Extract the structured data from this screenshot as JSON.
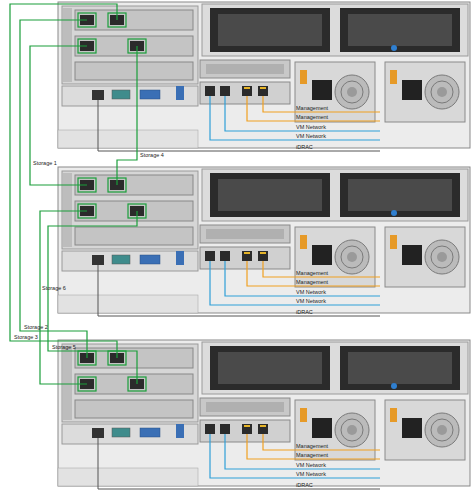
{
  "diagram": {
    "labels": [
      "Management",
      "Management",
      "VM Network",
      "VM Network",
      "iDRAC",
      "Storage 1",
      "Storage 4",
      "Management",
      "Management",
      "Storage 6",
      "VM Network",
      "VM Network",
      "iDRAC",
      "Storage 2",
      "Storage 3",
      "Storage 5",
      "Management",
      "Management",
      "VM Network",
      "VM Network",
      "iDRAC"
    ]
  }
}
